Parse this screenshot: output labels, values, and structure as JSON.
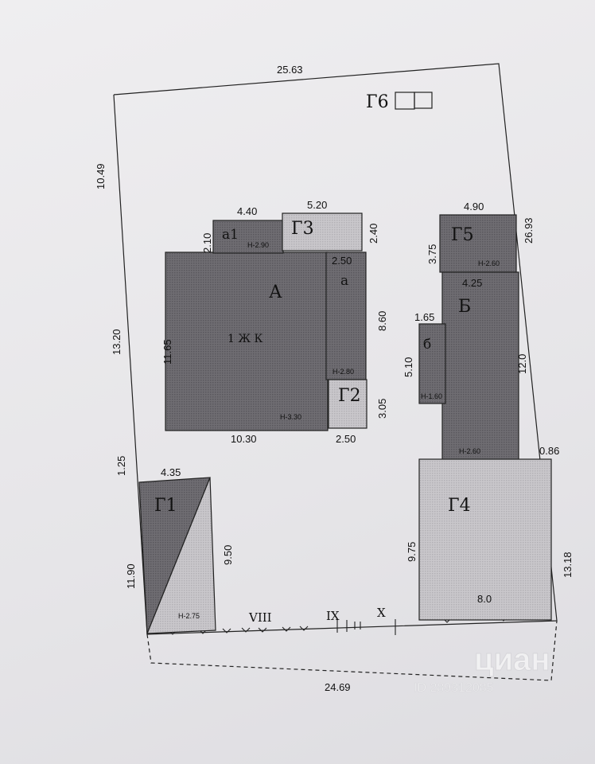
{
  "plot": {
    "top_length": "25.63",
    "left_upper": "10.49",
    "left_middle": "13.20",
    "left_gap": "1.25",
    "left_lower": "11.90",
    "right_upper": "26.93",
    "right_lower": "13.18",
    "bottom_length": "24.69"
  },
  "buildings": {
    "A": {
      "label": "А",
      "use": "1 Ж К",
      "height": "Н-3.30",
      "width": "10.30",
      "depth": "11.65"
    },
    "a": {
      "label": "а",
      "height": "Н-2.80",
      "width": "2.50",
      "depth": "8.60"
    },
    "a1": {
      "label": "а1",
      "height": "Н-2.90",
      "width": "4.40",
      "depth": "2.10"
    },
    "G2": {
      "label": "Г2",
      "width": "2.50",
      "depth": "3.05"
    },
    "G3": {
      "label": "Г3",
      "width": "5.20",
      "depth": "2.40"
    },
    "B": {
      "label": "Б",
      "height": "Н-2.60",
      "width": "4.25",
      "depth": "12.0"
    },
    "b": {
      "label": "б",
      "height": "Н-1.60",
      "width": "1.65",
      "depth": "5.10"
    },
    "G5": {
      "label": "Г5",
      "height": "Н-2.60",
      "width": "4.90",
      "depth": "3.75"
    },
    "G4": {
      "label": "Г4",
      "width": "8.0",
      "depth": "9.75",
      "offset": "0.86"
    },
    "G1": {
      "label": "Г1",
      "height": "Н-2.75",
      "width": "4.35",
      "depth": "9.50"
    },
    "G6": {
      "label": "Г6"
    }
  },
  "fence_marks": {
    "viii": "VIII",
    "ix": "IX",
    "x": "X"
  },
  "watermark": {
    "brand": "циан",
    "id": "ID 289312085"
  }
}
